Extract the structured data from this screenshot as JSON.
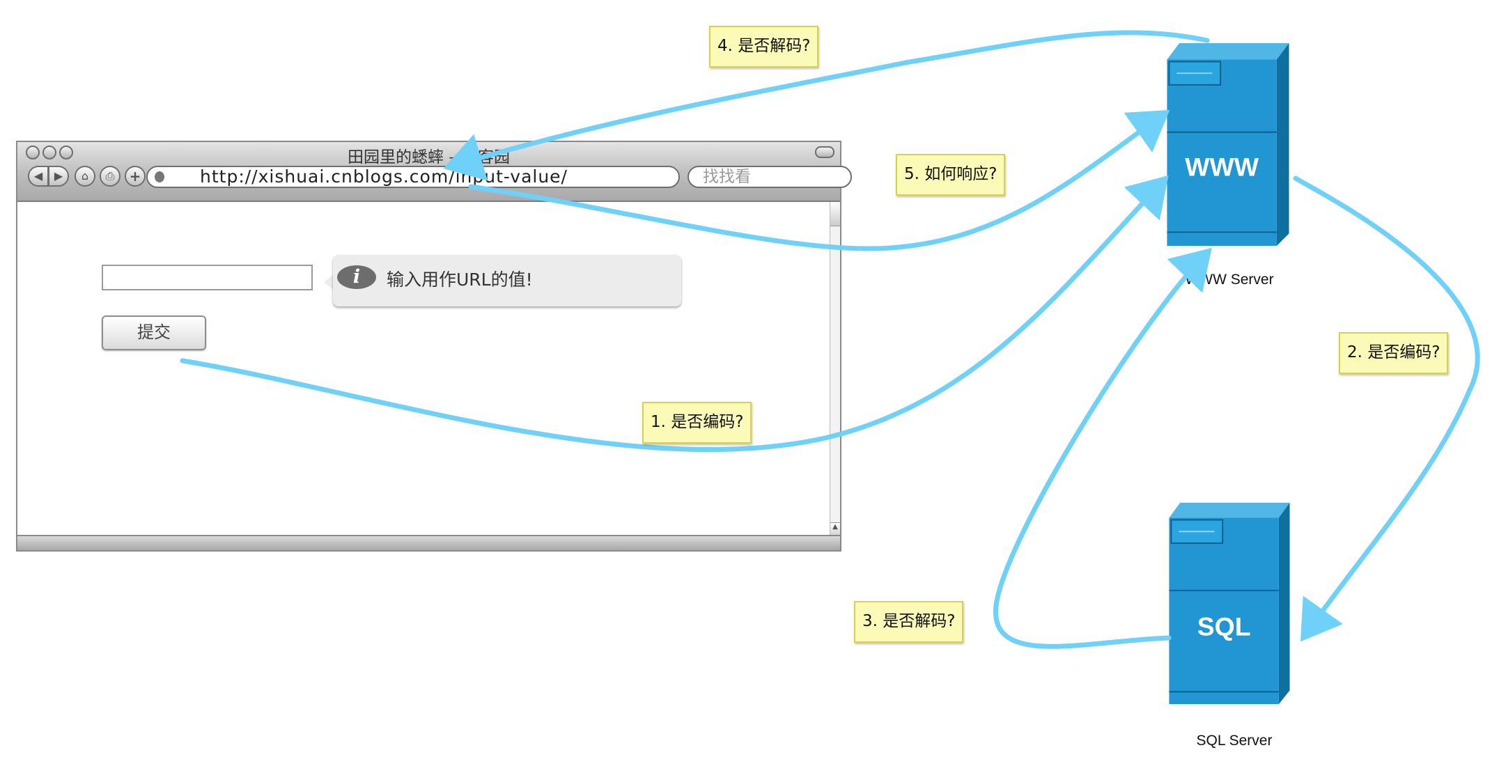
{
  "browser": {
    "window_title": "田园里的蟋蟀 – 博客园",
    "address": "http://xishuai.cnblogs.com/input-value/",
    "search_placeholder": "找找看",
    "tooltip_text": "输入用作URL的值!",
    "tooltip_icon": "info-icon",
    "input_value": "",
    "submit_label": "提交"
  },
  "servers": {
    "www": {
      "badge": "WWW",
      "label": "WWW Server"
    },
    "sql": {
      "badge": "SQL",
      "label": "SQL Server"
    }
  },
  "notes": {
    "n1": "1. 是否编码?",
    "n2": "2. 是否编码?",
    "n3": "3. 是否解码?",
    "n4": "4. 是否解码?",
    "n5": "5. 如何响应?"
  },
  "colors": {
    "arrow": "#6fd0f8",
    "server_front": "#2196d2",
    "server_side": "#0f6f9f",
    "note_fill": "#fbfbb7",
    "note_border": "#d3d350"
  }
}
